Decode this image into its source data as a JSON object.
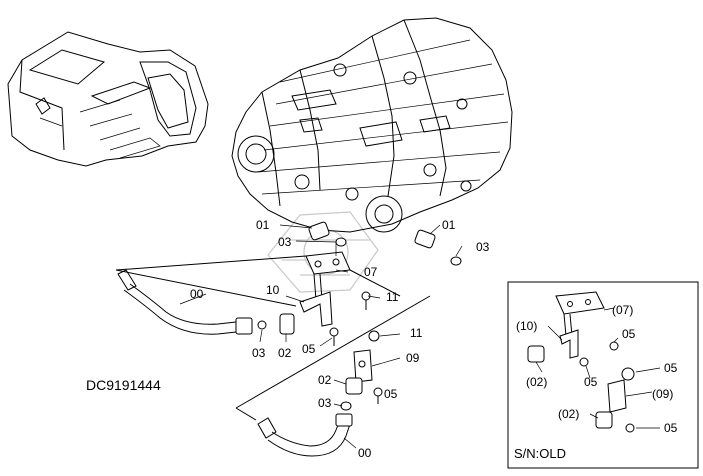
{
  "drawing_number": "DC9191444",
  "inset": {
    "label": "S/N:OLD"
  },
  "callouts": {
    "c01_left": "01",
    "c01_right": "01",
    "c03_left": "03",
    "c03_right": "03",
    "c07_main": "07",
    "c10_main": "10",
    "c11_upper": "11",
    "c11_lower": "11",
    "c00_upper": "00",
    "c00_lower": "00",
    "c03_hose": "03",
    "c02_hose": "02",
    "c05_bracket": "05",
    "c09_main": "09",
    "c02_lower": "02",
    "c05_lower": "05",
    "c03_lower": "03",
    "i07": "(07)",
    "i10": "(10)",
    "i05_a": "05",
    "i02_a": "(02)",
    "i05_b": "05",
    "i05_c": "05",
    "i09": "(09)",
    "i02_b": "(02)",
    "i05_d": "05"
  }
}
